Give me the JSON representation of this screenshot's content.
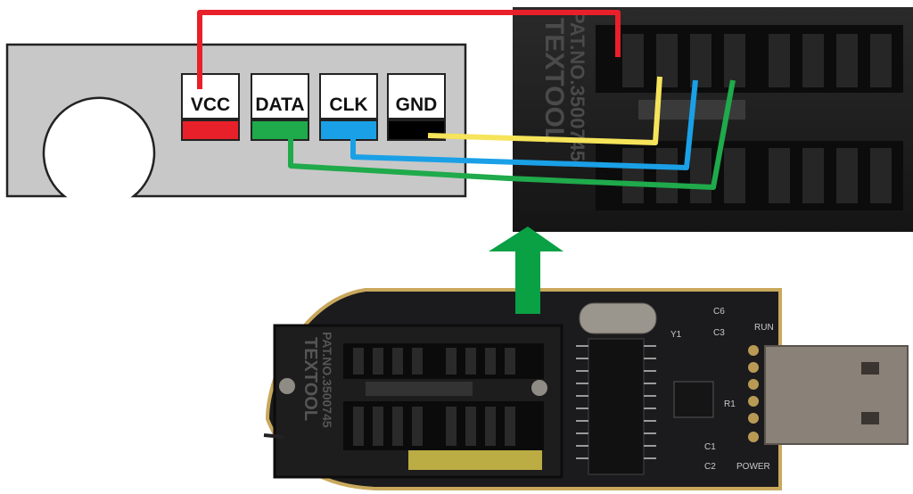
{
  "connector": {
    "pins": [
      {
        "label": "VCC",
        "color": "#e8202a"
      },
      {
        "label": "DATA",
        "color": "#1faa4b"
      },
      {
        "label": "CLK",
        "color": "#1aa0e6"
      },
      {
        "label": "GND",
        "color": "#000000"
      }
    ]
  },
  "socket": {
    "brand": "TEXTOOL",
    "part": "PAT.NO.3500745"
  },
  "board": {
    "silkscreen": {
      "c6": "C6",
      "c3": "C3",
      "y1": "Y1",
      "r1": "R1",
      "c1": "C1",
      "c2": "C2",
      "run": "RUN",
      "power": "POWER"
    }
  },
  "colors": {
    "wire_vcc": "#e8202a",
    "wire_data": "#1faa4b",
    "wire_clk": "#1aa0e6",
    "wire_gnd": "#f6e45a",
    "arrow": "#0aa044",
    "connector_body": "#c8c8c8",
    "pcb": "#1b1b1d"
  }
}
